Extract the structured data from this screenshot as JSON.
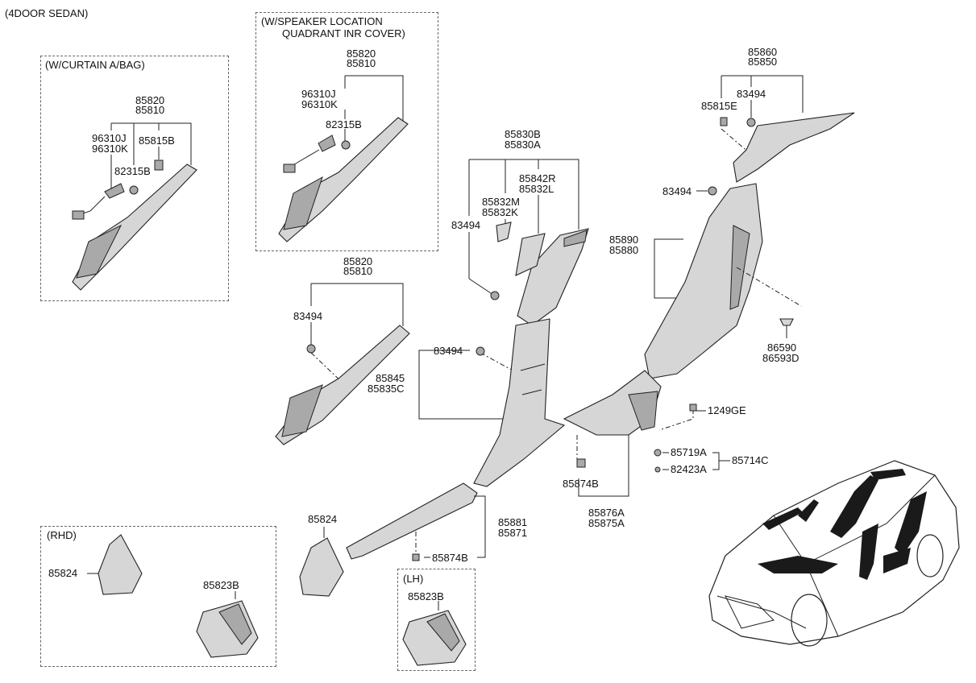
{
  "header": {
    "variant": "(4DOOR SEDAN)"
  },
  "groups": {
    "curtain": "(W/CURTAIN A/BAG)",
    "speaker_line1": "(W/SPEAKER LOCATION",
    "speaker_line2": "QUADRANT INR COVER)",
    "rhd": "(RHD)",
    "lh": "(LH)"
  },
  "labels": {
    "c_85820": "85820",
    "c_85810": "85810",
    "c_96310J": "96310J",
    "c_96310K": "96310K",
    "c_85815B": "85815B",
    "c_82315B": "82315B",
    "s_85820": "85820",
    "s_85810": "85810",
    "s_96310J": "96310J",
    "s_96310K": "96310K",
    "s_82315B": "82315B",
    "a_85820": "85820",
    "a_85810": "85810",
    "a_83494": "83494",
    "b_85830B": "85830B",
    "b_85830A": "85830A",
    "b_85842R": "85842R",
    "b_85832L": "85832L",
    "b_85832M": "85832M",
    "b_85832K": "85832K",
    "b_83494": "83494",
    "m_83494": "83494",
    "m_85845": "85845",
    "m_85835C": "85835C",
    "q_85860": "85860",
    "q_85850": "85850",
    "q_83494": "83494",
    "q_85815E": "85815E",
    "r_83494": "83494",
    "r_85890": "85890",
    "r_85880": "85880",
    "r_86590": "86590",
    "r_86593D": "86593D",
    "w_1249GE": "1249GE",
    "w_85719A": "85719A",
    "w_82423A": "82423A",
    "w_85714C": "85714C",
    "w_85874B": "85874B",
    "w_85876A": "85876A",
    "w_85875A": "85875A",
    "s2_85881": "85881",
    "s2_85871": "85871",
    "s2_85874B": "85874B",
    "k_85824": "85824",
    "rhd_85824": "85824",
    "rhd_85823B": "85823B",
    "lh_85823B": "85823B"
  }
}
